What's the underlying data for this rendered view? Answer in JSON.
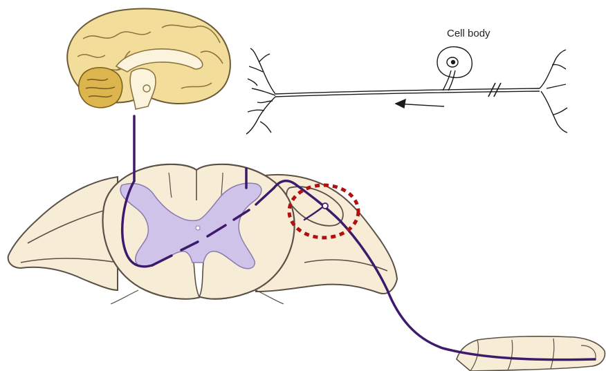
{
  "diagram": {
    "labels": {
      "cell_body": "Cell body"
    },
    "colors": {
      "pathway": "#3d1a6b",
      "gray_matter": "#cfc3ea",
      "white_matter": "#f7ecd6",
      "outline": "#5a5046",
      "brain_cortex": "#f3dd9a",
      "cerebellum": "#dcb54e",
      "highlight_circle": "#b01010",
      "neuron_sketch": "#1a1a1a"
    },
    "icons": [
      "brain-illustration",
      "neuron-sketch",
      "spinal-cord-cross-section",
      "fingertip"
    ]
  }
}
